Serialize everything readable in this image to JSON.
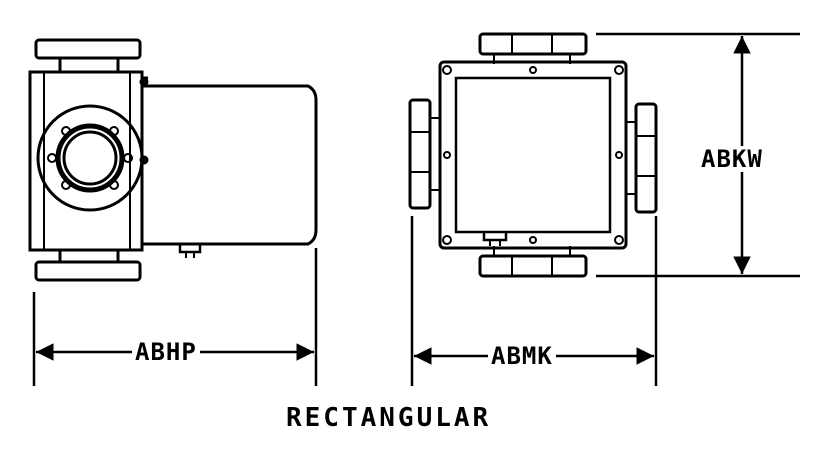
{
  "diagram": {
    "caption": "RECTANGULAR",
    "dimensions": {
      "side_length": "ABHP",
      "front_width": "ABMK",
      "front_height": "ABKW"
    },
    "colors": {
      "ink": "#000000",
      "paper": "#ffffff"
    }
  }
}
